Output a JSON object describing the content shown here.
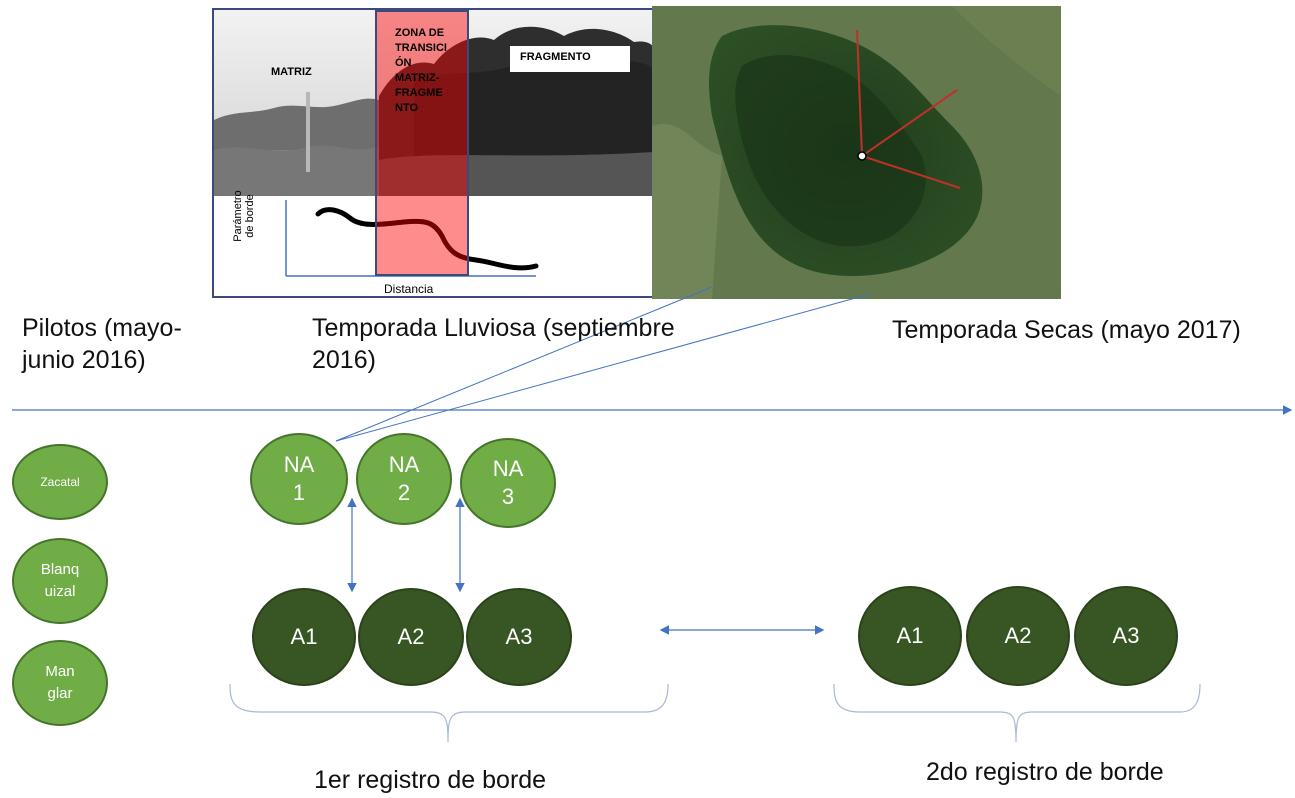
{
  "photo_panel": {
    "matrix_label": "MATRIZ",
    "transition_label": "ZONA DE\nTRANSICI\nÓN\nMATRIZ-\nFRAGME\nNTO",
    "fragment_label": "FRAGMENTO",
    "axis_y_label": "Parámetro\nde borde",
    "axis_x_label": "Distancia"
  },
  "timeline": {
    "pilots": "Pilotos (mayo-\njunio 2016)",
    "rainy": "Temporada Lluviosa (septiembre\n2016)",
    "dry": "Temporada Secas (mayo 2017)"
  },
  "pilot_sites": [
    {
      "label": "Zacatal"
    },
    {
      "label": "Blanq\nuizal"
    },
    {
      "label": "Man\nglar"
    }
  ],
  "na_sites": [
    {
      "label": "NA\n1"
    },
    {
      "label": "NA\n2"
    },
    {
      "label": "NA\n3"
    }
  ],
  "a_sites_first": [
    {
      "label": "A1"
    },
    {
      "label": "A2"
    },
    {
      "label": "A3"
    }
  ],
  "a_sites_second": [
    {
      "label": "A1"
    },
    {
      "label": "A2"
    },
    {
      "label": "A3"
    }
  ],
  "braces": {
    "first": "1er registro de borde",
    "second": "2do registro de borde"
  },
  "colors": {
    "light_green": "#70ad47",
    "dark_green": "#375623",
    "arrow_blue": "#4472c4",
    "transition_red": "#ff0000"
  }
}
